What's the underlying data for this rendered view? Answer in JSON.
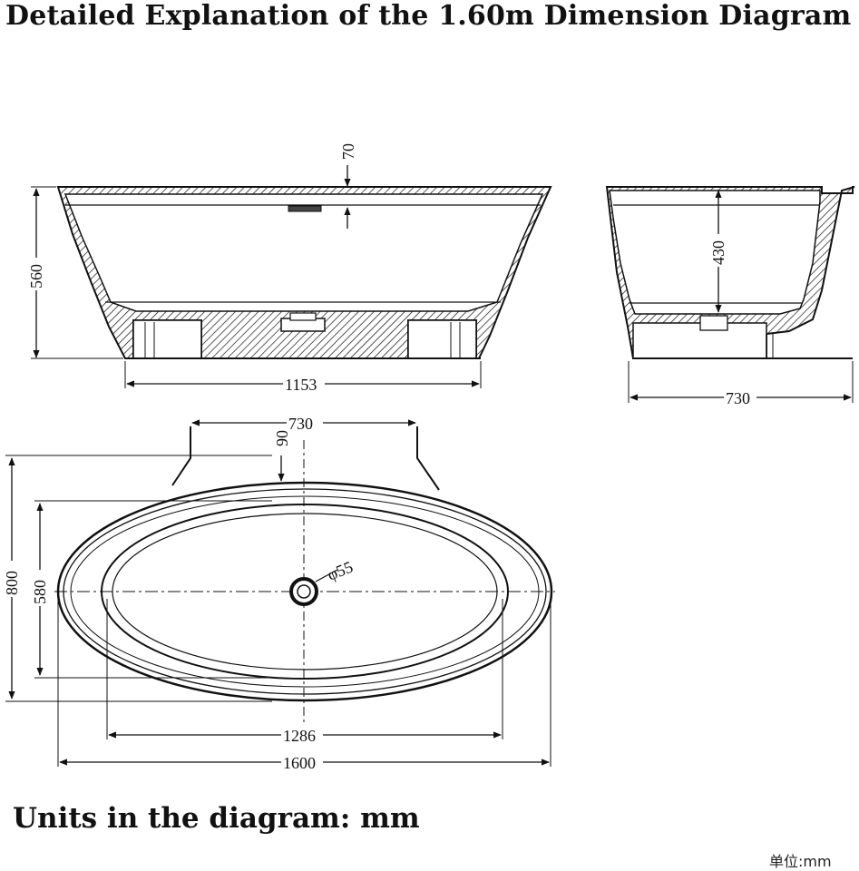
{
  "title": "Detailed Explanation of the 1.60m Dimension Diagram",
  "units_note": "Units in the diagram: mm",
  "corner_text": "单位:mm",
  "dimensions": {
    "front_height": "560",
    "top_gap": "70",
    "inner_base_width": "1153",
    "side_depth": "430",
    "side_width": "730",
    "pedestal_width": "730",
    "pedestal_offset": "90",
    "outer_length": "1600",
    "inner_length": "1286",
    "outer_width": "800",
    "inner_width": "580",
    "drain_diameter": "φ55"
  }
}
